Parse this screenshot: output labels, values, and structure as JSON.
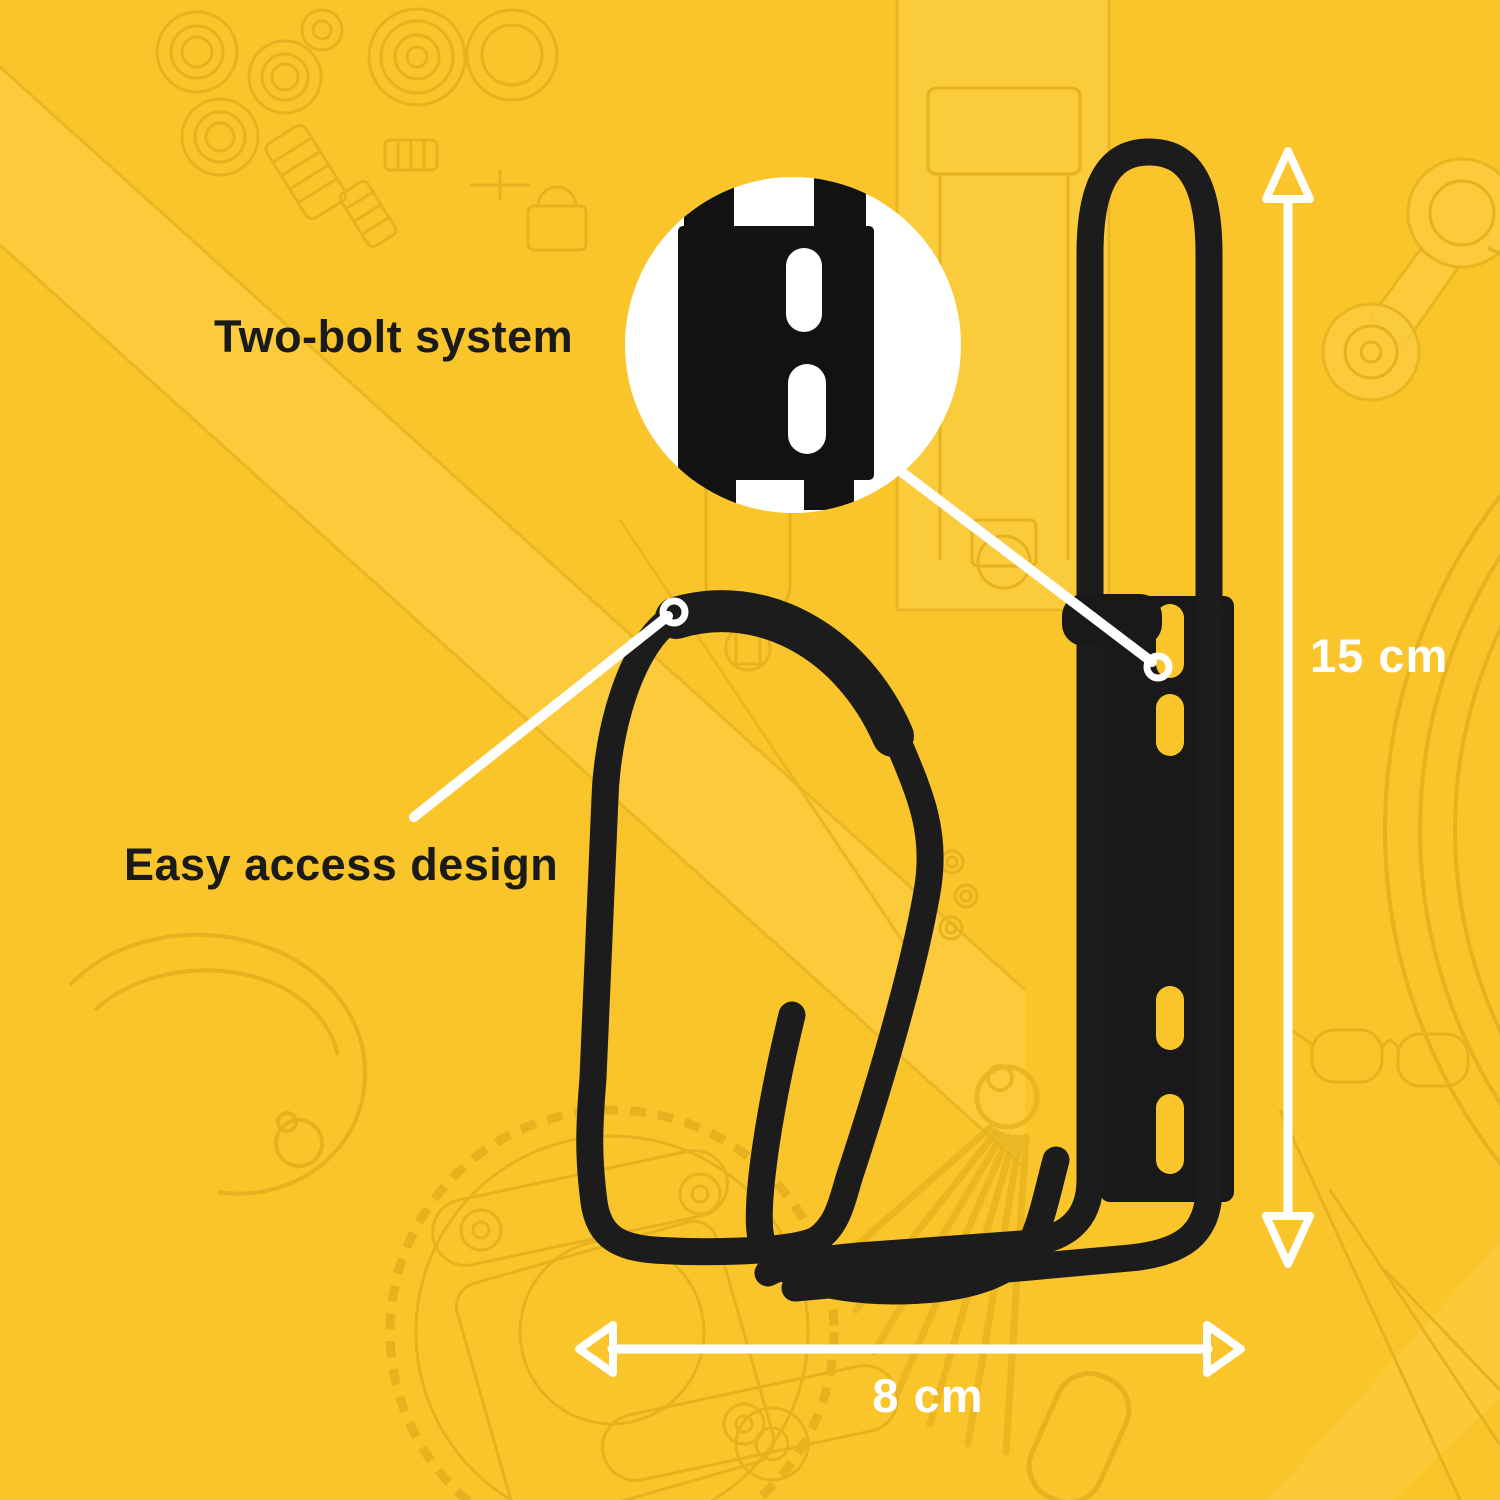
{
  "colors": {
    "background": "#F9C52A",
    "background_light": "#FBCD45",
    "sketch_outline": "#E3AF1E",
    "product": "#1C1C1C",
    "text": "#1A1A1A",
    "text_on_background": "#FFFFFF",
    "callout": "#FFFFFF"
  },
  "product": {
    "name": "bicycle-bottle-cage"
  },
  "annotations": {
    "two_bolt": "Two-bolt system",
    "easy_access": "Easy access design"
  },
  "dimensions": {
    "height": "15 cm",
    "width": "8 cm"
  }
}
